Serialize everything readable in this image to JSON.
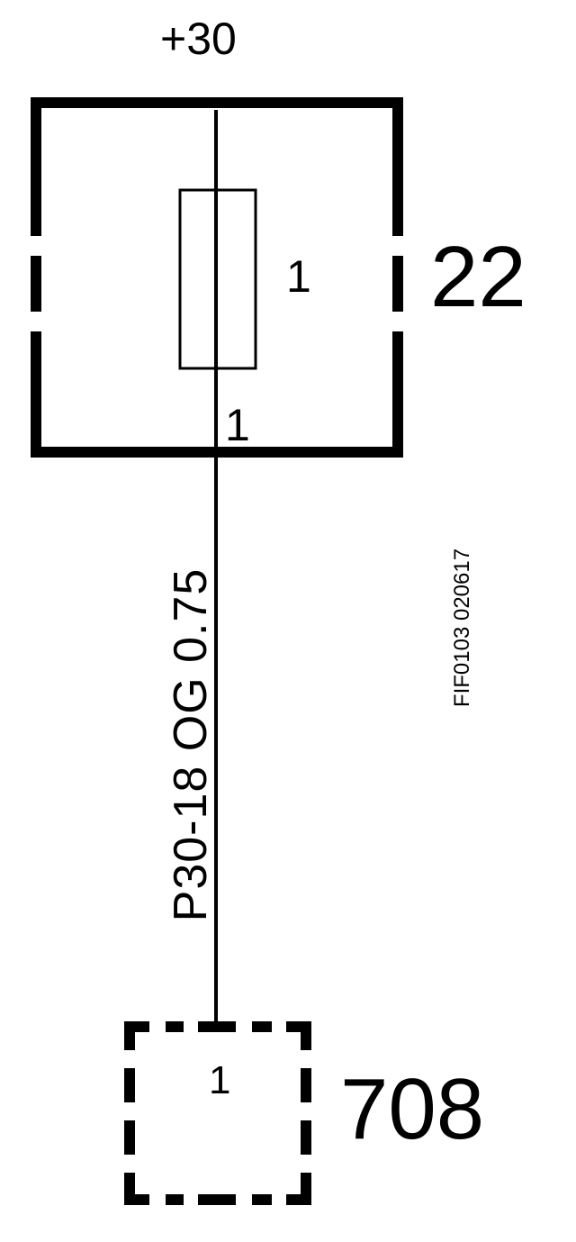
{
  "supply_label": "+30",
  "fuse_box": {
    "id": "22",
    "fuse_number": "1",
    "output_pin": "1"
  },
  "wire": {
    "label": "P30-18  OG  0.75"
  },
  "connector": {
    "id": "708",
    "pin": "1"
  },
  "drawing_id": "FIF0103  020617"
}
